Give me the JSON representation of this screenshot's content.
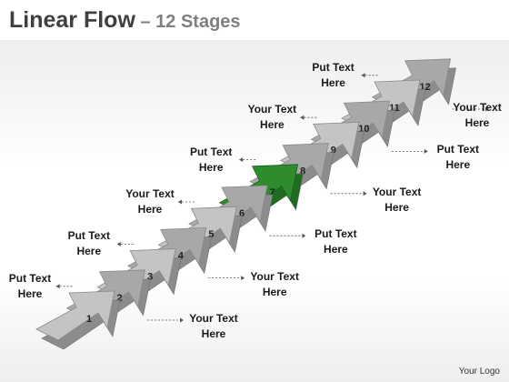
{
  "title": {
    "main": "Linear Flow",
    "dash": " – ",
    "sub": "12 Stages"
  },
  "logo": "Your Logo",
  "colors": {
    "arrow_gray": "#a8a8a8",
    "arrow_dark": "#8c8c8c",
    "highlight": "#2e8b2e"
  },
  "highlight_stage": 7,
  "stages": [
    {
      "number": "1",
      "label": [
        "Your Text",
        "Here"
      ]
    },
    {
      "number": "2",
      "label": [
        "Put Text",
        "Here"
      ]
    },
    {
      "number": "3",
      "label": [
        "Your Text",
        "Here"
      ]
    },
    {
      "number": "4",
      "label": [
        "Put Text",
        "Here"
      ]
    },
    {
      "number": "5",
      "label": [
        "Put Text",
        "Here"
      ]
    },
    {
      "number": "6",
      "label": [
        "Your Text",
        "Here"
      ]
    },
    {
      "number": "7",
      "label": [
        "Your Text",
        "Here"
      ]
    },
    {
      "number": "8",
      "label": [
        "Put Text",
        "Here"
      ]
    },
    {
      "number": "9",
      "label": [
        "Put Text",
        "Here"
      ]
    },
    {
      "number": "10",
      "label": [
        "Your Text",
        "Here"
      ]
    },
    {
      "number": "11",
      "label": [
        "Your Text",
        "Here"
      ]
    },
    {
      "number": "12",
      "label": [
        "Put Text",
        "Here"
      ]
    }
  ]
}
